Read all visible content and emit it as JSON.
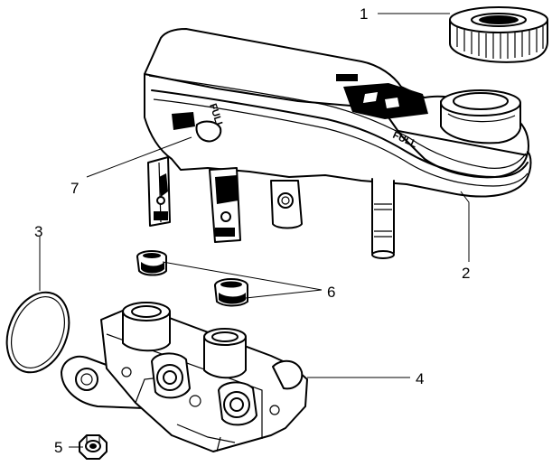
{
  "callouts": [
    {
      "id": "1",
      "label": "1"
    },
    {
      "id": "2",
      "label": "2"
    },
    {
      "id": "3",
      "label": "3"
    },
    {
      "id": "4",
      "label": "4"
    },
    {
      "id": "5",
      "label": "5"
    },
    {
      "id": "6",
      "label": "6"
    },
    {
      "id": "7",
      "label": "7"
    }
  ],
  "reservoir": {
    "fill_mark_front": "FULL",
    "fill_mark_side": "FULL"
  }
}
